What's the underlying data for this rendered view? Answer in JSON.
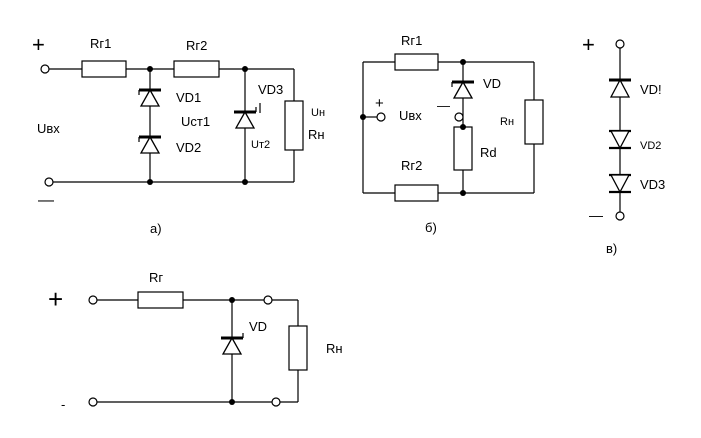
{
  "a": {
    "plus": "+",
    "minus": "—",
    "rg1": "Rг1",
    "rg2": "Rг2",
    "vd1": "VD1",
    "vd2": "VD2",
    "vd3": "VD3",
    "ust1": "Uст1",
    "ut2": "Uт2",
    "uvx": "Uвх",
    "un": "Uн",
    "rn": "Rн",
    "caption": "а)"
  },
  "b": {
    "plus": "+",
    "minus": "—",
    "rg1": "Rг1",
    "rg2": "Rг2",
    "vd": "VD",
    "uvx": "Uвх",
    "rn": "Rн",
    "rd": "Rd",
    "caption": "б)"
  },
  "v": {
    "plus": "+",
    "minus": "—",
    "vd1": "VD!",
    "vd2": "VD2",
    "vd3": "VD3",
    "caption": "в)"
  },
  "g": {
    "plus": "+",
    "minus": "-",
    "rg": "Rг",
    "vd": "VD",
    "rn": "Rн"
  }
}
